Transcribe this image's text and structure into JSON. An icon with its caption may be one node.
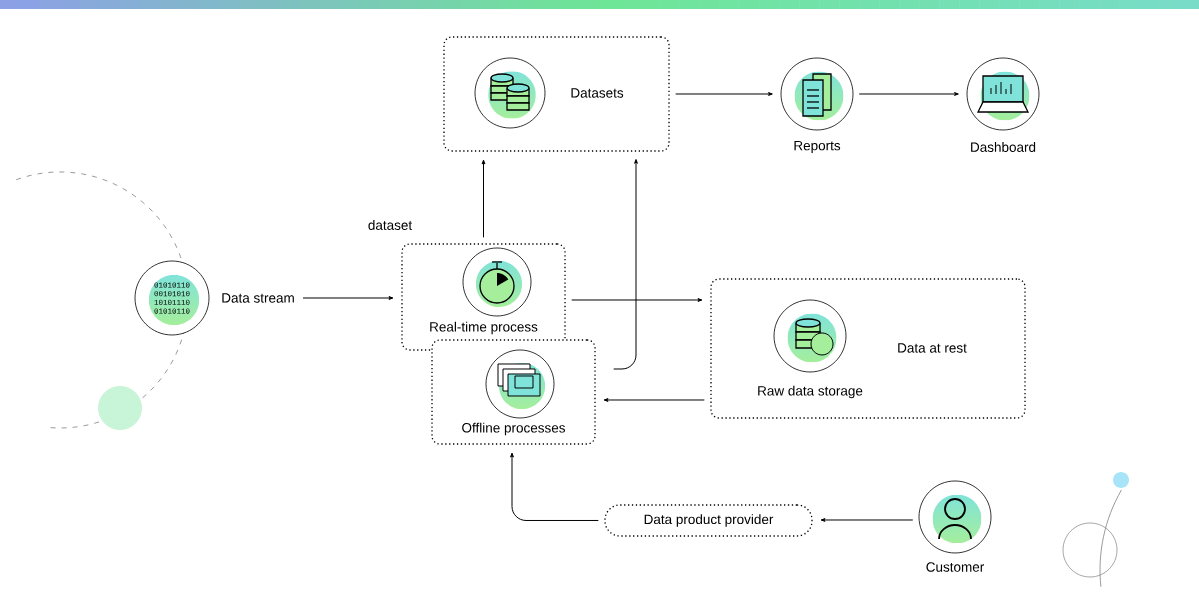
{
  "diagram": {
    "nodes": [
      {
        "text": [
          "Datasets"
        ]
      },
      {
        "text": [
          "Reports"
        ]
      },
      {
        "text": [
          "Dashboard"
        ]
      },
      {
        "text": [
          "Data stream"
        ]
      },
      {
        "text": [
          "Real-time process"
        ]
      },
      {
        "text": [
          "Offline processes"
        ]
      },
      {
        "text": [
          "Data at rest"
        ]
      },
      {
        "text": [
          "Raw data storage"
        ],
        "in": 6
      },
      {
        "text": [
          "Data product provider"
        ]
      },
      {
        "text": [
          "Customer"
        ]
      }
    ],
    "edges": [
      {
        "from": 3,
        "to": 4,
        "arrow": "to"
      },
      {
        "from": 4,
        "to": 0,
        "arrow": "to"
      },
      {
        "from": 5,
        "to": 0,
        "arrow": "to"
      },
      {
        "from": 0,
        "to": 1,
        "arrow": "to"
      },
      {
        "from": 1,
        "to": 2,
        "arrow": "to"
      },
      {
        "from": 4,
        "to": 6,
        "arrow": "to"
      },
      {
        "from": 6,
        "to": 5,
        "arrow": "to"
      },
      {
        "from": 9,
        "to": 8,
        "arrow": "to"
      },
      {
        "from": 8,
        "to": 5,
        "arrow": "to"
      }
    ],
    "labels": [
      "dataset",
      "01010110",
      "00101010",
      "10101110",
      "01010110"
    ]
  }
}
